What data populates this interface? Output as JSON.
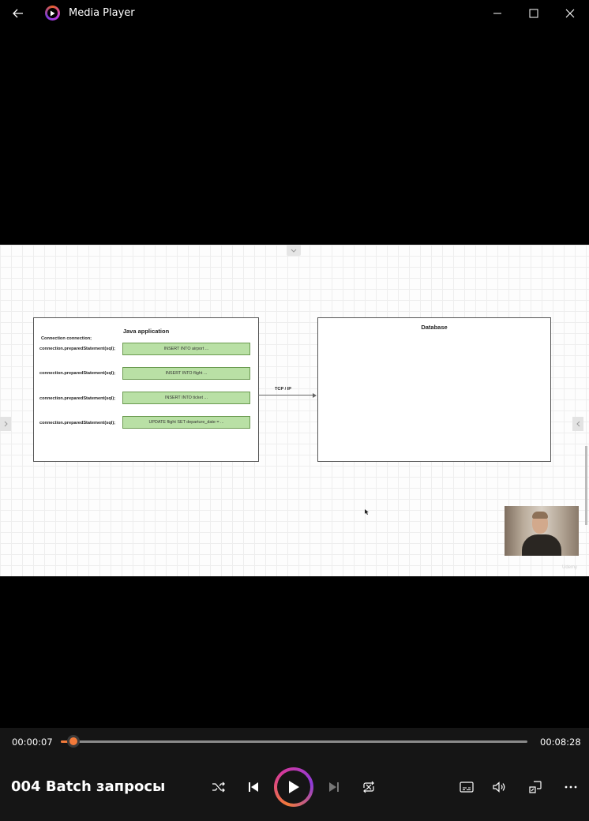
{
  "window": {
    "title": "Media Player"
  },
  "video": {
    "diagram": {
      "java_box_title": "Java application",
      "connection_label": "Connection connection;",
      "rows": [
        {
          "label": "connection.preparedStatement(sql);",
          "sql": "INSERT INTO airport ..."
        },
        {
          "label": "connection.preparedStatement(sql);",
          "sql": "INSERT INTO flight ..."
        },
        {
          "label": "connection.preparedStatement(sql);",
          "sql": "INSERT INTO ticket ..."
        },
        {
          "label": "connection.preparedStatement(sql);",
          "sql": "UPDATE flight SET departure_date = ..."
        }
      ],
      "arrow_label": "TCP / IP",
      "db_box_title": "Database"
    },
    "watermark": "Udemy"
  },
  "player": {
    "current_time": "00:00:07",
    "total_time": "00:08:28",
    "progress": 0.014,
    "media_title": "004 Batch запросы"
  },
  "colors": {
    "accent": "#f27a3a",
    "sql_fill": "#b9e0a5",
    "control_bg": "#151515"
  },
  "icons": [
    "back-arrow-icon",
    "media-player-logo-icon",
    "minimize-icon",
    "maximize-icon",
    "close-icon",
    "shuffle-icon",
    "previous-icon",
    "play-icon",
    "next-icon",
    "repeat-icon",
    "subtitles-icon",
    "volume-icon",
    "cast-icon",
    "more-icon"
  ]
}
